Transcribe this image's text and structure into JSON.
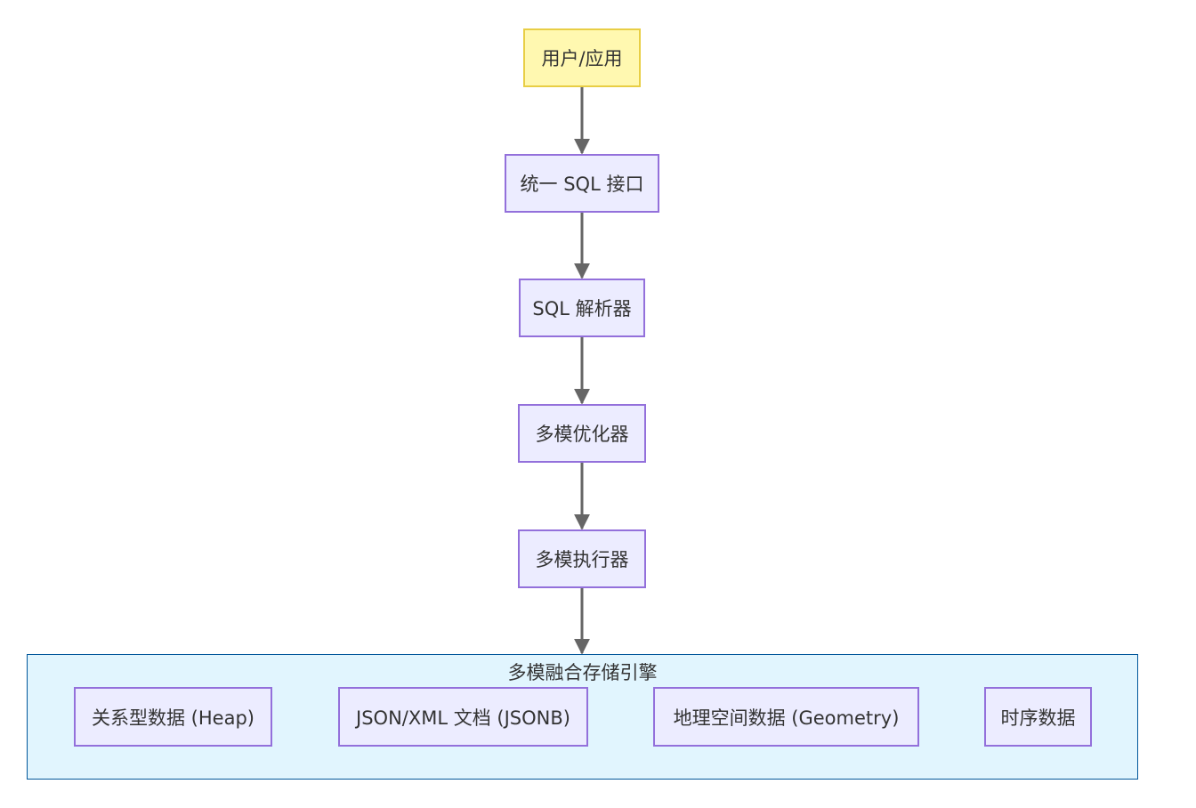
{
  "colors": {
    "node_fill": "#ECECFF",
    "node_stroke": "#9370DB",
    "start_fill": "#FFF8B0",
    "start_stroke": "#E8CE45",
    "cluster_fill": "#E1F5FE",
    "cluster_stroke": "#01579B",
    "edge": "#666666",
    "text": "#333333"
  },
  "nodes": {
    "user_app": "用户/应用",
    "sql_interface": "统一 SQL 接口",
    "sql_parser": "SQL 解析器",
    "optimizer": "多模优化器",
    "executor": "多模执行器"
  },
  "storage_engine": {
    "title": "多模融合存储引擎",
    "items": [
      "关系型数据 (Heap)",
      "JSON/XML 文档 (JSONB)",
      "地理空间数据 (Geometry)",
      "时序数据"
    ]
  },
  "edges": [
    [
      "user_app",
      "sql_interface"
    ],
    [
      "sql_interface",
      "sql_parser"
    ],
    [
      "sql_parser",
      "optimizer"
    ],
    [
      "optimizer",
      "executor"
    ],
    [
      "executor",
      "storage_engine"
    ]
  ]
}
